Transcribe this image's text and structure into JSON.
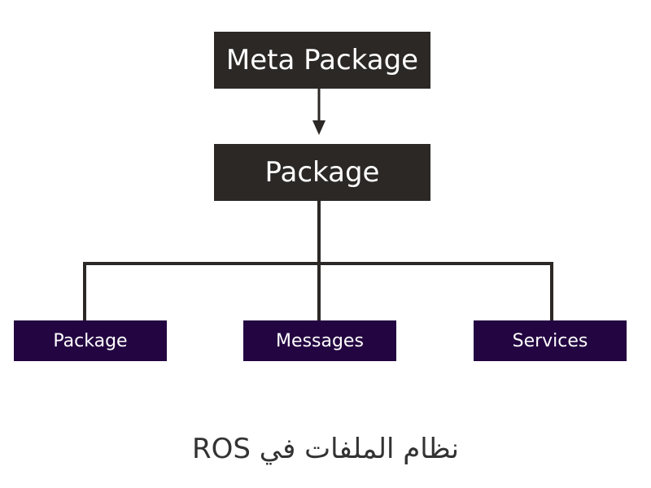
{
  "diagram": {
    "root": {
      "label": "Meta Package"
    },
    "middle": {
      "label": "Package"
    },
    "leaves": [
      {
        "label": "Package"
      },
      {
        "label": "Messages"
      },
      {
        "label": "Services"
      }
    ],
    "caption": "نظام الملفات في ROS"
  },
  "colors": {
    "top_box": "#2b2826",
    "leaf_box": "#230541",
    "text": "#ffffff",
    "connector": "#2b2826",
    "caption": "#333333"
  }
}
